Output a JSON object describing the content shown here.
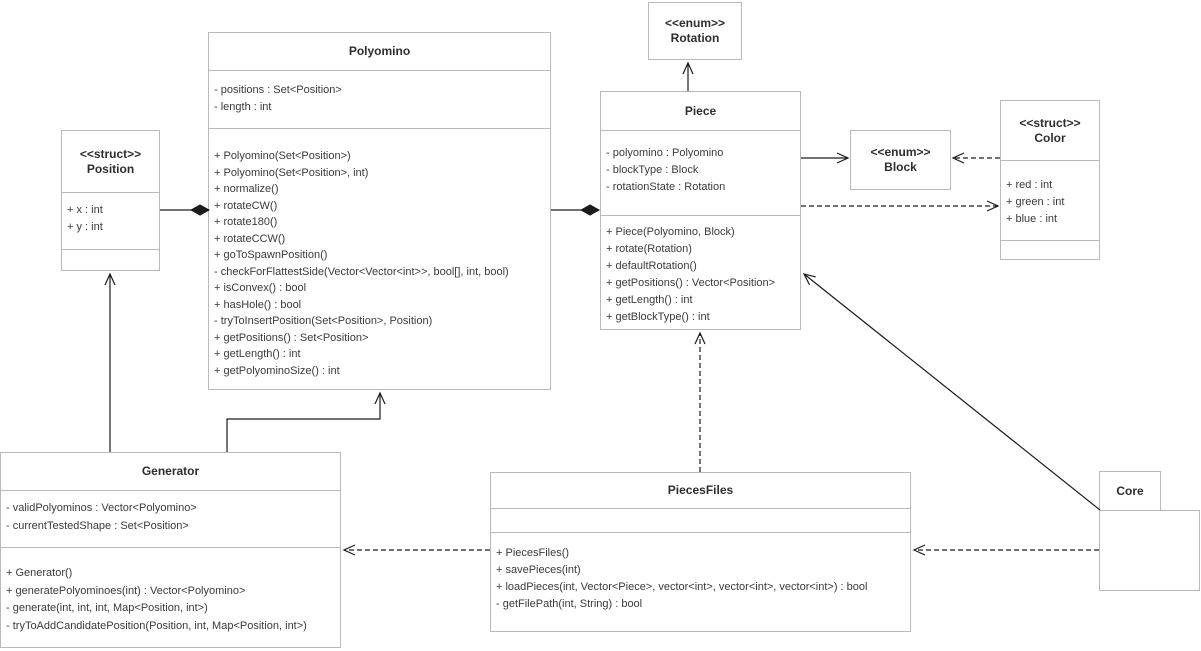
{
  "classes": {
    "polyomino": {
      "name": "Polyomino",
      "attributes": [
        "- positions : Set<Position>",
        "- length : int"
      ],
      "methods": [
        "+ Polyomino(Set<Position>)",
        "+ Polyomino(Set<Position>, int)",
        "+ normalize()",
        "+ rotateCW()",
        "+ rotate180()",
        "+ rotateCCW()",
        "+ goToSpawnPosition()",
        "- checkForFlattestSide(Vector<Vector<int>>, bool[], int, bool)",
        "+ isConvex() : bool",
        "+ hasHole() : bool",
        "- tryToInsertPosition(Set<Position>, Position)",
        "+ getPositions() : Set<Position>",
        "+ getLength() : int",
        "+ getPolyominoSize() : int"
      ]
    },
    "position": {
      "stereotype": "<<struct>>",
      "name": "Position",
      "attributes": [
        "+ x : int",
        "+ y : int"
      ],
      "methods": []
    },
    "rotation": {
      "stereotype": "<<enum>>",
      "name": "Rotation"
    },
    "piece": {
      "name": "Piece",
      "attributes": [
        "- polyomino : Polyomino",
        "- blockType : Block",
        "- rotationState : Rotation"
      ],
      "methods": [
        "+ Piece(Polyomino, Block)",
        "+ rotate(Rotation)",
        "+ defaultRotation()",
        "+ getPositions() : Vector<Position>",
        "+ getLength() : int",
        "+ getBlockType() : int"
      ]
    },
    "block": {
      "stereotype": "<<enum>>",
      "name": "Block"
    },
    "color": {
      "stereotype": "<<struct>>",
      "name": "Color",
      "attributes": [
        "+ red : int",
        "+ green : int",
        "+ blue : int"
      ],
      "methods": []
    },
    "generator": {
      "name": "Generator",
      "attributes": [
        "- validPolyominos : Vector<Polyomino>",
        "- currentTestedShape : Set<Position>"
      ],
      "methods": [
        "+ Generator()",
        "+ generatePolyominoes(int) : Vector<Polyomino>",
        "- generate(int, int, int, Map<Position, int>)",
        "- tryToAddCandidatePosition(Position, int, Map<Position, int>)"
      ]
    },
    "piecesfiles": {
      "name": "PiecesFiles",
      "attributes": [],
      "methods": [
        "+ PiecesFiles()",
        "+ savePieces(int)",
        "+ loadPieces(int, Vector<Piece>, vector<int>, vector<int>, vector<int>) : bool",
        "- getFilePath(int, String) : bool"
      ]
    },
    "core": {
      "name": "Core"
    }
  },
  "colors": {
    "background": "#ffffff",
    "box_border": "#b9b9b9",
    "line": "#1c1c1c",
    "text": "#3a3a3a"
  }
}
